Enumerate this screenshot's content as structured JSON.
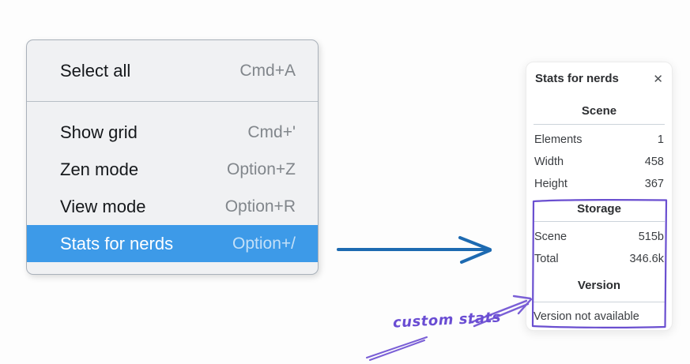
{
  "context_menu": {
    "sections": [
      {
        "items": [
          {
            "label": "Select all",
            "shortcut": "Cmd+A",
            "selected": false
          }
        ]
      },
      {
        "items": [
          {
            "label": "Show grid",
            "shortcut": "Cmd+'",
            "selected": false
          },
          {
            "label": "Zen mode",
            "shortcut": "Option+Z",
            "selected": false
          },
          {
            "label": "View mode",
            "shortcut": "Option+R",
            "selected": false
          },
          {
            "label": "Stats for nerds",
            "shortcut": "Option+/",
            "selected": true
          }
        ]
      }
    ]
  },
  "stats_panel": {
    "title": "Stats for nerds",
    "close_icon": "✕",
    "sections": [
      {
        "heading": "Scene",
        "rows": [
          {
            "label": "Elements",
            "value": "1"
          },
          {
            "label": "Width",
            "value": "458"
          },
          {
            "label": "Height",
            "value": "367"
          }
        ]
      },
      {
        "heading": "Storage",
        "rows": [
          {
            "label": "Scene",
            "value": "515b"
          },
          {
            "label": "Total",
            "value": "346.6k"
          }
        ]
      },
      {
        "heading": "Version",
        "note": "Version not available"
      }
    ]
  },
  "annotation": {
    "label": "custom stats"
  },
  "colors": {
    "menu_highlight": "#3d9ae8",
    "arrow_blue": "#1d6ab1",
    "annotation_purple": "#6a4dd3"
  }
}
